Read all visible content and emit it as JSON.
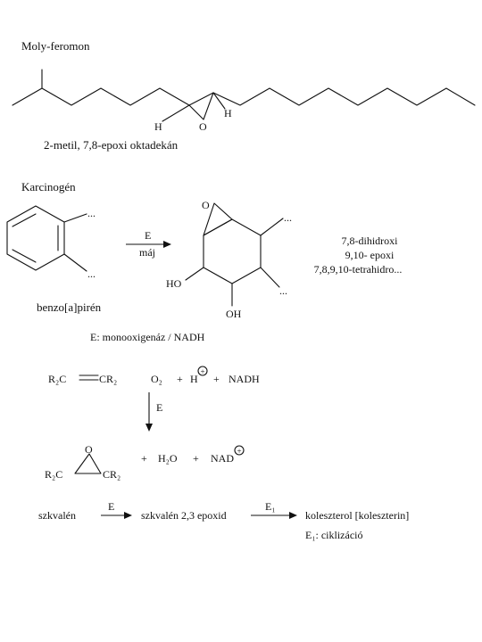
{
  "section1": {
    "title": "Moly-feromon",
    "atom_h_left": "H",
    "atom_o": "O",
    "atom_h_right": "H",
    "caption": "2-metil, 7,8-epoxi oktadekán"
  },
  "section2": {
    "title": "Karcinogén",
    "dots": "...",
    "arrow_label_top": "E",
    "arrow_label_bottom": "máj",
    "atom_o": "O",
    "oh_left": "HO",
    "oh_bottom": "OH",
    "product_line1": "7,8-dihidroxi",
    "product_line2": "9,10- epoxi",
    "product_line3": "7,8,9,10-tetrahidro...",
    "reactant_name": "benzo[a]pirén",
    "enzyme_note": "E: monooxigenáz  /  NADH"
  },
  "section3": {
    "alkene_left": "R₂C",
    "alkene_right": "CR₂",
    "o2": "O₂",
    "plus": "+",
    "h_plus": "H",
    "nadh": "NADH",
    "arrow_label": "E",
    "epoxide_o": "O",
    "epoxide_left": "R₂C",
    "epoxide_right": "CR₂",
    "h2o": "H₂O",
    "nad": "NAD",
    "charge_symbol": "+"
  },
  "section4": {
    "squalene": "szkvalén",
    "arrow1_label": "E",
    "squalene_epoxide": "szkvalén 2,3 epoxid",
    "arrow2_label": "E₁",
    "cholesterol": "koleszterol  [koleszterin]",
    "note": "E₁:  ciklizáció"
  }
}
